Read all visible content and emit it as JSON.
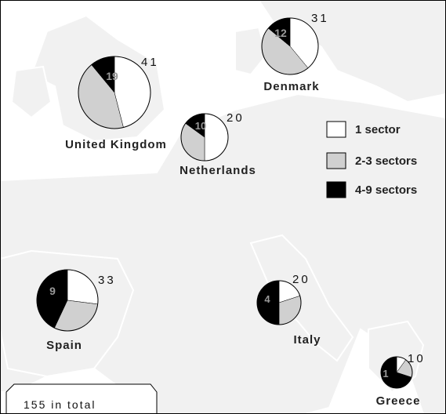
{
  "legend": [
    {
      "key": "one",
      "label": "1 sector",
      "color": "#ffffff"
    },
    {
      "key": "mid",
      "label": "2-3 sectors",
      "color": "#d0d0d0"
    },
    {
      "key": "many",
      "label": "4-9 sectors",
      "color": "#000000"
    }
  ],
  "countries": [
    {
      "id": "denmark",
      "name": "Denmark",
      "total": "31",
      "one_count": "12",
      "shares": [
        0.39,
        0.47,
        0.14
      ]
    },
    {
      "id": "uk",
      "name": "United Kingdom",
      "total": "41",
      "one_count": "19",
      "shares": [
        0.46,
        0.43,
        0.11
      ]
    },
    {
      "id": "netherlands",
      "name": "Netherlands",
      "total": "20",
      "one_count": "10",
      "shares": [
        0.5,
        0.35,
        0.15
      ]
    },
    {
      "id": "spain",
      "name": "Spain",
      "total": "33",
      "one_count": "9",
      "shares": [
        0.27,
        0.3,
        0.43
      ]
    },
    {
      "id": "italy",
      "name": "Italy",
      "total": "20",
      "one_count": "4",
      "shares": [
        0.2,
        0.3,
        0.5
      ]
    },
    {
      "id": "greece",
      "name": "Greece",
      "total": "10",
      "one_count": "1",
      "shares": [
        0.1,
        0.2,
        0.7
      ]
    }
  ],
  "total_note": "155 in total",
  "chart_data": {
    "type": "pie",
    "series_keys": [
      "1 sector",
      "2-3 sectors",
      "4-9 sectors"
    ],
    "pies": [
      {
        "name": "Denmark",
        "total": 31,
        "values": [
          12,
          15,
          4
        ]
      },
      {
        "name": "United Kingdom",
        "total": 41,
        "values": [
          19,
          18,
          4
        ]
      },
      {
        "name": "Netherlands",
        "total": 20,
        "values": [
          10,
          7,
          3
        ]
      },
      {
        "name": "Spain",
        "total": 33,
        "values": [
          9,
          10,
          14
        ]
      },
      {
        "name": "Italy",
        "total": 20,
        "values": [
          4,
          6,
          10
        ]
      },
      {
        "name": "Greece",
        "total": 10,
        "values": [
          1,
          2,
          7
        ]
      }
    ]
  }
}
